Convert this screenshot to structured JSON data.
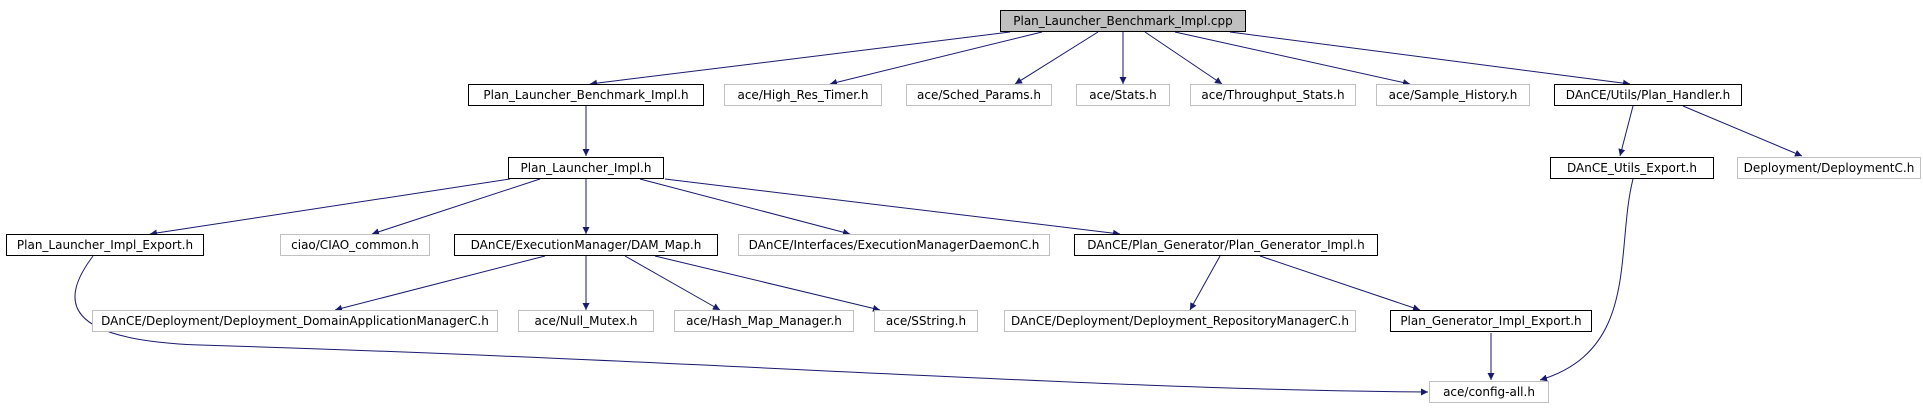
{
  "colors": {
    "edge": "#191970",
    "root_fill": "#bfbfbf",
    "light_border": "#c0c0c0"
  },
  "nodes": {
    "root": "Plan_Launcher_Benchmark_Impl.cpp",
    "plb_h": "Plan_Launcher_Benchmark_Impl.h",
    "high_res": "ace/High_Res_Timer.h",
    "sched": "ace/Sched_Params.h",
    "stats": "ace/Stats.h",
    "throughput": "ace/Throughput_Stats.h",
    "sample": "ace/Sample_History.h",
    "plan_handler": "DAnCE/Utils/Plan_Handler.h",
    "pl_impl": "Plan_Launcher_Impl.h",
    "utils_export": "DAnCE_Utils_Export.h",
    "deploymentc": "Deployment/DeploymentC.h",
    "pl_export": "Plan_Launcher_Impl_Export.h",
    "ciao_common": "ciao/CIAO_common.h",
    "dam_map": "DAnCE/ExecutionManager/DAM_Map.h",
    "em_daemon": "DAnCE/Interfaces/ExecutionManagerDaemonC.h",
    "pg_impl": "DAnCE/Plan_Generator/Plan_Generator_Impl.h",
    "dam_c": "DAnCE/Deployment/Deployment_DomainApplicationManagerC.h",
    "null_mutex": "ace/Null_Mutex.h",
    "hash_map": "ace/Hash_Map_Manager.h",
    "sstring": "ace/SString.h",
    "repo_mgr": "DAnCE/Deployment/Deployment_RepositoryManagerC.h",
    "pg_export": "Plan_Generator_Impl_Export.h",
    "config_all": "ace/config-all.h"
  }
}
